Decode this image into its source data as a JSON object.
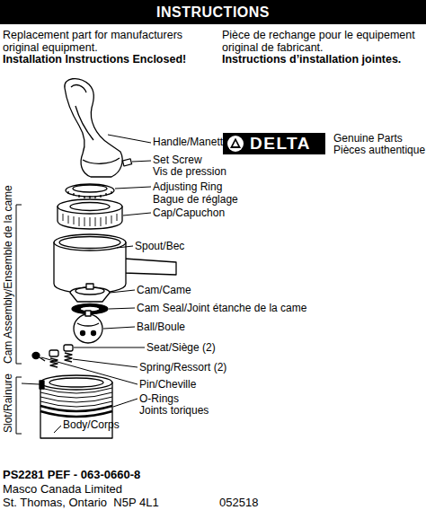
{
  "diagram": {
    "nodes": [
      {
        "text": [
          "INSTRUCTIONS"
        ]
      },
      {
        "text": [
          "DELTA"
        ]
      }
    ],
    "labels": [
      "Replacement part for manufacturers original equipment.",
      "Installation Instructions Enclosed!",
      "Pièce de rechange pour le equipement original de fabricant.",
      "Instructions d’installation jointes.",
      "Genuine Parts",
      "Pièces authentique",
      "Handle/Manette",
      "Set Screw",
      "Vis de pression",
      "Adjusting Ring",
      "Bague de réglage",
      "Cap/Capuchon",
      "Spout/Bec",
      "Cam/Came",
      "Cam Seal/Joint étanche de la came",
      "Ball/Boule",
      "Seat/Siège (2)",
      "Spring/Ressort (2)",
      "Pin/Cheville",
      "O-Rings",
      "Joints toriques",
      "Body/Corps",
      "Cam Assembly/Ensemble de la came",
      "Slot/Rainure",
      "PS2281 PEF - 063-0660-8",
      "Masco Canada Limited",
      "St. Thomas, Ontario  N5P 4L1",
      "052518"
    ]
  }
}
